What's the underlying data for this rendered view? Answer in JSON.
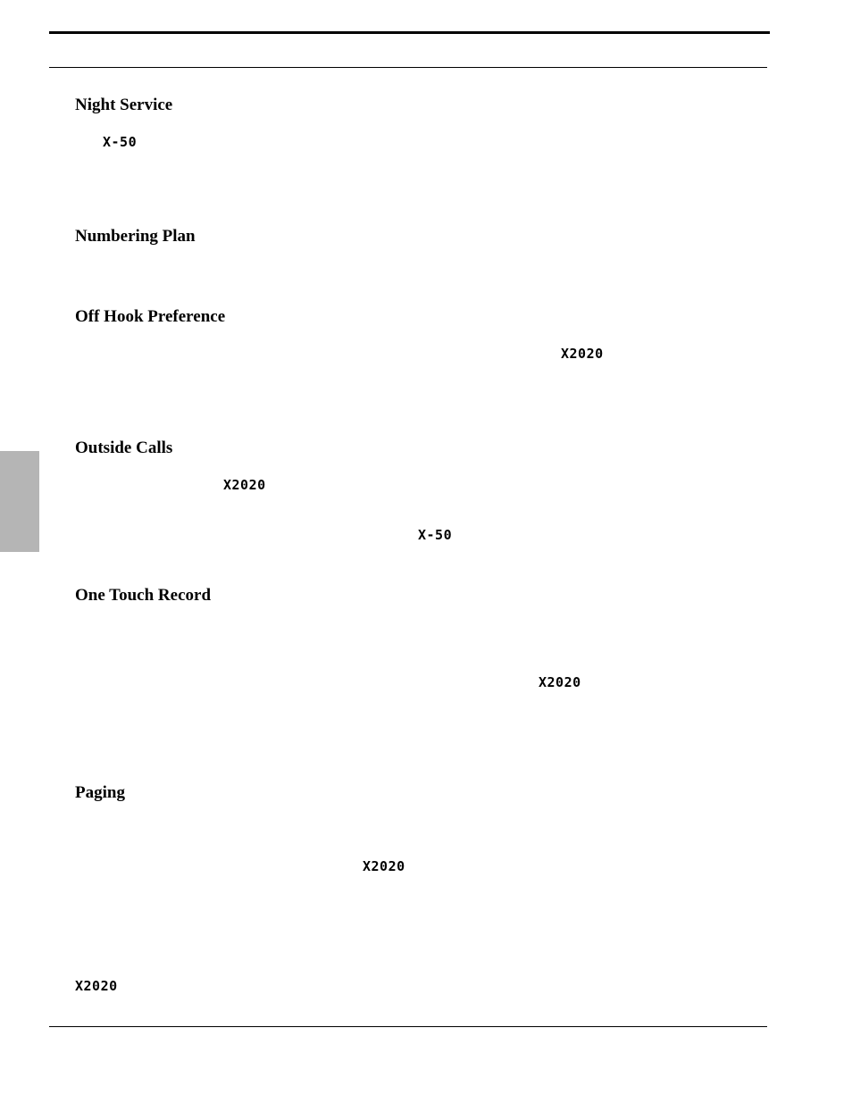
{
  "sections": {
    "night_service": {
      "heading": "Night Service",
      "model": "X-50"
    },
    "numbering_plan": {
      "heading": "Numbering Plan"
    },
    "off_hook_preference": {
      "heading": "Off Hook Preference",
      "model": "X2020"
    },
    "outside_calls": {
      "heading": "Outside Calls",
      "model_1": "X2020",
      "model_2": "X-50"
    },
    "one_touch_record": {
      "heading": "One Touch Record",
      "model": "X2020"
    },
    "paging": {
      "heading": "Paging",
      "model_1": "X2020",
      "model_2": "X2020"
    }
  },
  "colors": {
    "side_tab": "#b5b5b5",
    "rules": "#000000"
  }
}
